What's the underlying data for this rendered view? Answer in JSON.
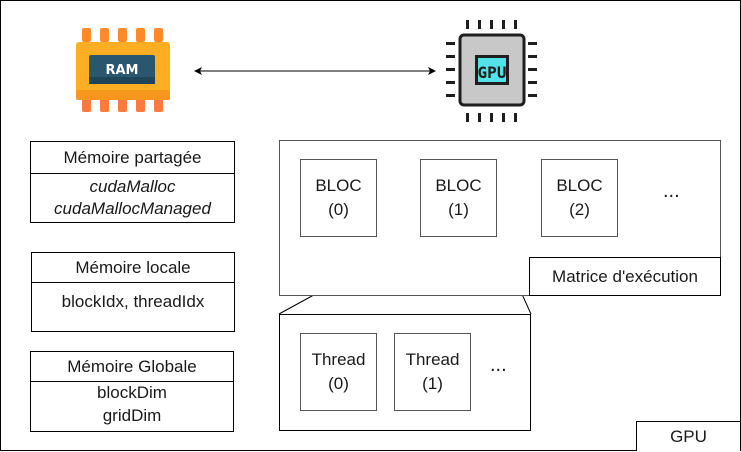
{
  "title": "GPU",
  "icons": {
    "ram": {
      "label": "RAM",
      "body_color": "#FDA923",
      "pin_color": "#FF7A3C",
      "label_bg": "#2A5670"
    },
    "gpu": {
      "label": "GPU",
      "body_color": "#C8C8C8",
      "label_bg": "#52E2E8",
      "outline": "#1e1e1e"
    }
  },
  "memories": [
    {
      "header": "Mémoire partagée",
      "lines": [
        "cudaMalloc",
        "cudaMallocManaged"
      ],
      "italic": true
    },
    {
      "header": "Mémoire locale",
      "lines": [
        "blockIdx, threadIdx"
      ],
      "italic": false
    },
    {
      "header": "Mémoire Globale",
      "lines": [
        "blockDim",
        "gridDim"
      ],
      "italic": false
    }
  ],
  "grid": {
    "label": "Matrice d'exécution",
    "blocks": [
      {
        "name": "BLOC",
        "index": "(0)"
      },
      {
        "name": "BLOC",
        "index": "(1)"
      },
      {
        "name": "BLOC",
        "index": "(2)"
      }
    ],
    "ellipsis": "..."
  },
  "block_detail": {
    "threads": [
      {
        "name": "Thread",
        "index": "(0)"
      },
      {
        "name": "Thread",
        "index": "(1)"
      }
    ],
    "ellipsis": "..."
  },
  "gpu_label": "GPU"
}
